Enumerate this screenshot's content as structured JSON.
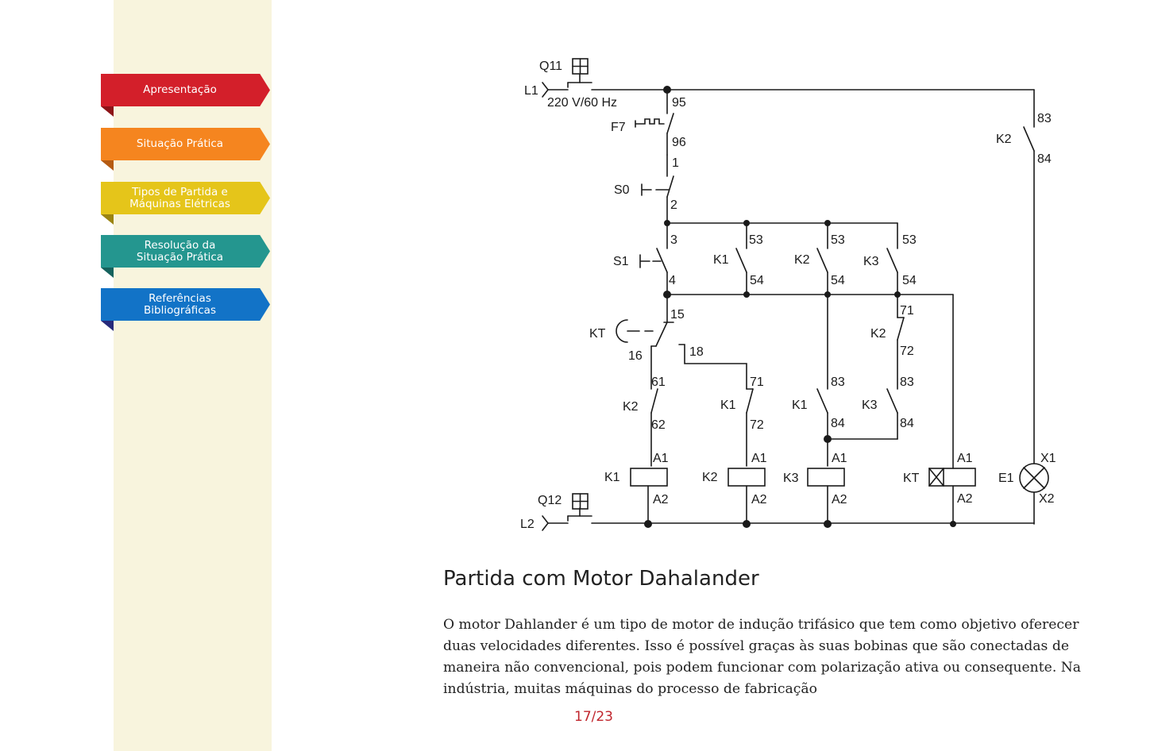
{
  "nav": {
    "items": [
      {
        "label": "Apresentação",
        "color": "#d31f2a",
        "fold": "#8d1418"
      },
      {
        "label": "Situação Prática",
        "color": "#f5851f",
        "fold": "#b55b12"
      },
      {
        "label": "Tipos de Partida e Máquinas Elétricas",
        "color": "#e5c51a",
        "fold": "#9b8412"
      },
      {
        "label": "Resolução da Situação Prática",
        "color": "#24968f",
        "fold": "#15625d"
      },
      {
        "label": "Referências Bibliográficas",
        "color": "#1273c7",
        "fold": "#272a7a"
      }
    ]
  },
  "diagram": {
    "labels": {
      "q11": "Q11",
      "l1": "L1",
      "supply": "220 V/60 Hz",
      "f7": "F7",
      "s0": "S0",
      "s1": "S1",
      "k1": "K1",
      "k2": "K2",
      "k3": "K3",
      "kt": "KT",
      "e1": "E1",
      "q12": "Q12",
      "l2": "L2",
      "a1": "A1",
      "a2": "A2",
      "x1": "X1",
      "x2": "X2",
      "t95": "95",
      "t96": "96",
      "t1": "1",
      "t2": "2",
      "t3": "3",
      "t4": "4",
      "t53": "53",
      "t54": "54",
      "t15": "15",
      "t16": "16",
      "t18": "18",
      "t61": "61",
      "t62": "62",
      "t71": "71",
      "t72": "72",
      "t83": "83",
      "t84": "84"
    }
  },
  "section": {
    "title": "Partida com Motor Dahalander",
    "body": "O motor Dahlander é um tipo de motor de indução trifásico que tem como objetivo oferecer duas velocidades diferentes. Isso é possível graças às suas bobinas que são conectadas de maneira não convencional, pois podem funcionar com polarização ativa ou consequente. Na indústria, muitas máquinas do processo de fabricação"
  },
  "page": {
    "number": "17/23"
  }
}
